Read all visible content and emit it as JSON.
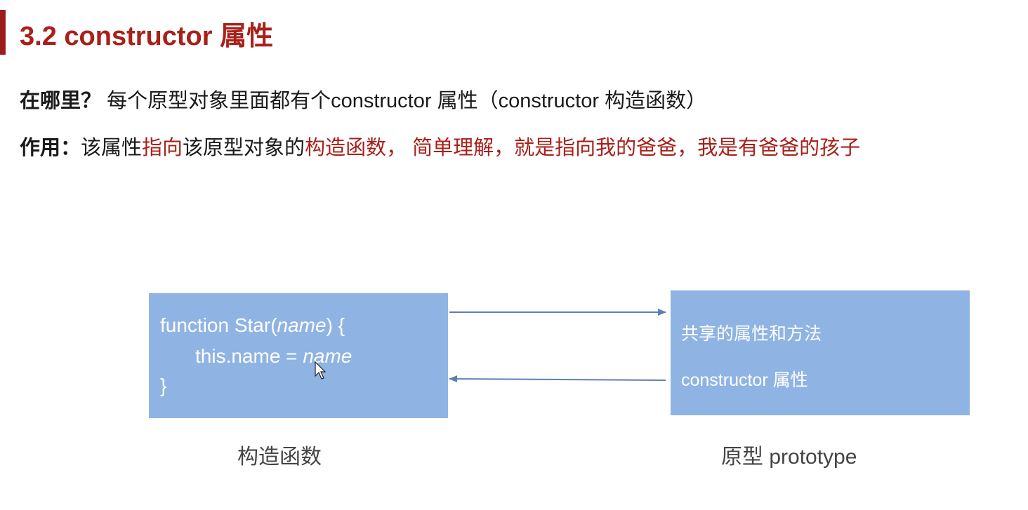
{
  "title": "3.2 constructor 属性",
  "where": {
    "label": "在哪里？",
    "text": " 每个原型对象里面都有个constructor 属性（constructor 构造函数）"
  },
  "purpose": {
    "label": "作用：",
    "seg1": "该属性",
    "seg2": "指向",
    "seg3": "该原型对象的",
    "seg4": "构造函数",
    "seg5": "，",
    "seg6": " 简单理解，就是指向我的爸爸，我是有爸爸的孩子"
  },
  "diagram": {
    "constructor_box": {
      "line1_a": "function Star(",
      "line1_param": "name",
      "line1_b": ") {",
      "line2_a": "this.name = ",
      "line2_param": "name",
      "line3": "}"
    },
    "prototype_box": {
      "line1": "共享的属性和方法",
      "line2": "constructor 属性"
    },
    "constructor_caption": "构造函数",
    "prototype_caption": "原型 prototype"
  },
  "colors": {
    "accent": "#a8201a",
    "box_fill": "#8fb4e3",
    "arrow": "#5a7fb5"
  }
}
